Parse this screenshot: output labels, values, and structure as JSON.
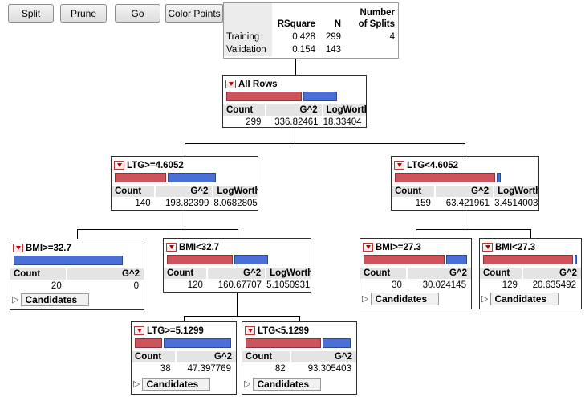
{
  "toolbar": {
    "buttons": [
      {
        "label": "Split"
      },
      {
        "label": "Prune"
      },
      {
        "label": "Go"
      },
      {
        "label": "Color Points"
      }
    ]
  },
  "summary": {
    "columns": {
      "rsquare": "RSquare",
      "n": "N",
      "splits": "Number\nof Splits"
    },
    "rows": [
      {
        "label": "Training",
        "rsquare": "0.428",
        "n": "299",
        "splits": "4"
      },
      {
        "label": "Validation",
        "rsquare": "0.154",
        "n": "143",
        "splits": ""
      }
    ]
  },
  "labels": {
    "count": "Count",
    "g2": "G^2",
    "logworth": "LogWorth",
    "candidates": "Candidates",
    "disclosure_glyph": "▷"
  },
  "colors": {
    "bar_red": "#ce545c",
    "bar_blue": "#4a70d8",
    "header_strip": "#e4e4e4"
  },
  "nodes": {
    "all_rows": {
      "title": "All Rows",
      "count": "299",
      "g2": "336.82461",
      "logworth": "18.33404",
      "bar": {
        "red": 55,
        "blue": 25
      }
    },
    "ltg_ge_4_6052": {
      "title": "LTG>=4.6052",
      "count": "140",
      "g2": "193.82399",
      "logworth": "8.0682805",
      "bar": {
        "red": 37,
        "blue": 34
      }
    },
    "ltg_lt_4_6052": {
      "title": "LTG<4.6052",
      "count": "159",
      "g2": "63.421961",
      "logworth": "3.4514003",
      "bar": {
        "red": 71.5,
        "blue": 2.8
      }
    },
    "bmi_ge_32_7": {
      "title": "BMI>=32.7",
      "count": "20",
      "g2": "0",
      "bar": {
        "red": 0,
        "blue": 86
      }
    },
    "bmi_lt_32_7": {
      "title": "BMI<32.7",
      "count": "120",
      "g2": "160.67707",
      "logworth": "5.1050931",
      "bar": {
        "red": 47,
        "blue": 24
      }
    },
    "bmi_ge_27_3": {
      "title": "BMI>=27.3",
      "count": "30",
      "g2": "30.024145",
      "bar": {
        "red": 78,
        "blue": 20
      }
    },
    "bmi_lt_27_3": {
      "title": "BMI<27.3",
      "count": "129",
      "g2": "20.635492",
      "bar": {
        "red": 95,
        "blue": 2.6
      }
    },
    "ltg_ge_5_1299": {
      "title": "LTG>=5.1299",
      "count": "38",
      "g2": "47.397769",
      "bar": {
        "red": 28,
        "blue": 69
      }
    },
    "ltg_lt_5_1299": {
      "title": "LTG<5.1299",
      "count": "82",
      "g2": "93.305403",
      "bar": {
        "red": 70,
        "blue": 26
      }
    }
  }
}
